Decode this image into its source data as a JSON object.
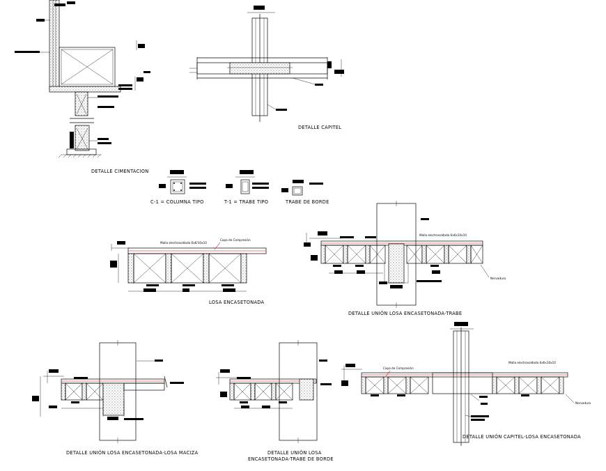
{
  "drawing": {
    "titles": {
      "cimentacion": "DETALLE CIMENTACION",
      "capitel": "DETALLE CAPITEL",
      "columna": "C-1 = COLUMNA TIPO",
      "trabe": "T-1 = TRABE TIPO",
      "trabe_borde": "TRABE DE BORDE",
      "losa": "LOSA ENCASETONADA",
      "union_trabe": "DETALLE UNIÓN LOSA ENCASETONADA-TRABE",
      "union_maciza": "DETALLE UNIÓN LOSA ENCASETONADA-LOSA MACIZA",
      "union_borde_1": "DETALLE UNIÓN LOSA",
      "union_borde_2": "ENCASETONADA-TRABE DE BORDE",
      "union_capitel": "DETALLE UNIÓN CAPITEL-LOSA ENCASETONADA"
    },
    "notes": {
      "malla_losa": "Malla electrosoldada 6x6/10x10",
      "capa_losa": "Capa de Compresión",
      "malla_trabe": "Malla electrosoldada 6x6x10x10",
      "nervadura_trabe": "Nervadura",
      "capa_capitel": "Capa de Compresión",
      "malla_capitel": "Malla electrosoldada 6x6x10x10",
      "nervadura_capitel": "Nervadura"
    }
  }
}
